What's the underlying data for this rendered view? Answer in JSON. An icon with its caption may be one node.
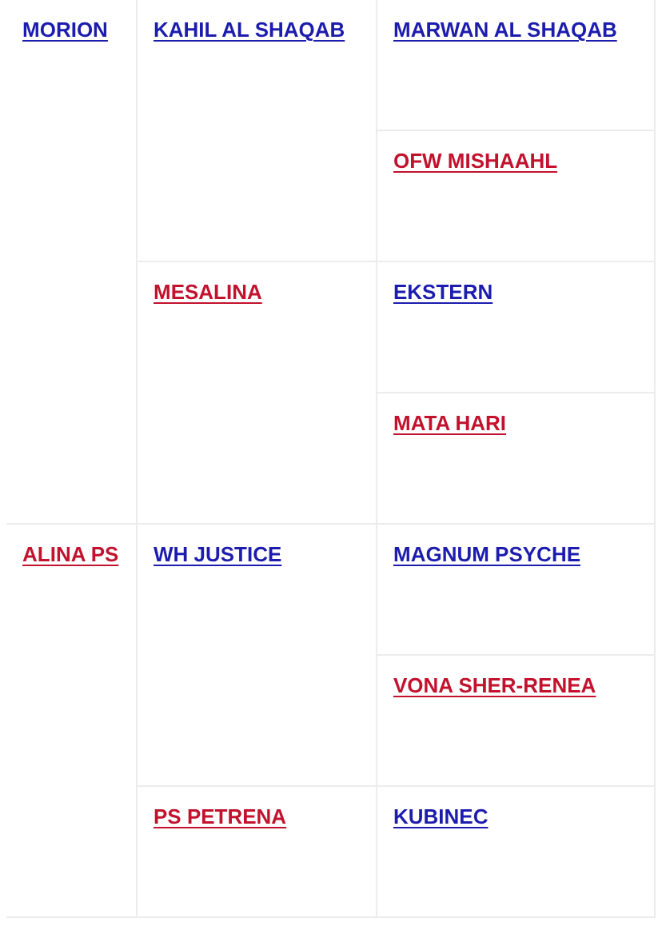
{
  "diagram": {
    "nodes": [
      {
        "text": [
          "MORION"
        ]
      },
      {
        "text": [
          "KAHIL AL SHAQAB"
        ]
      },
      {
        "text": [
          "MARWAN AL SHAQAB"
        ]
      },
      {
        "text": [
          "OFW MISHAAHL"
        ]
      },
      {
        "text": [
          "MESALINA"
        ]
      },
      {
        "text": [
          "EKSTERN"
        ]
      },
      {
        "text": [
          "MATA HARI"
        ]
      },
      {
        "text": [
          "ALINA PS"
        ]
      },
      {
        "text": [
          "WH JUSTICE"
        ]
      },
      {
        "text": [
          "MAGNUM PSYCHE"
        ]
      },
      {
        "text": [
          "VONA SHER-RENEA"
        ]
      },
      {
        "text": [
          "PS PETRENA"
        ]
      },
      {
        "text": [
          "KUBINEC"
        ]
      }
    ]
  }
}
